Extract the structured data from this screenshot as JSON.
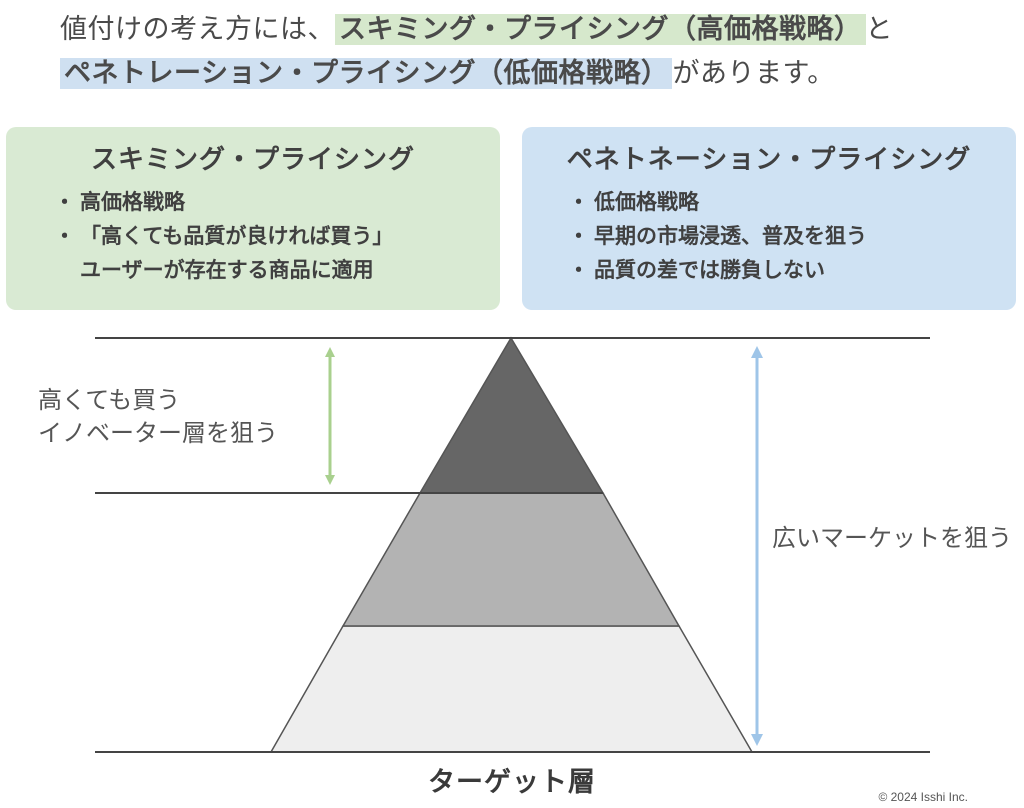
{
  "intro": {
    "line1_before": "値付けの考え方には、",
    "highlight_skimming": "スキミング・プライシング（高価格戦略）",
    "line1_after": "と",
    "highlight_penetration": "ペネトレーション・プライシング（低価格戦略）",
    "line2_after": "があります。"
  },
  "skimming_box": {
    "title": "スキミング・プライシング",
    "items": [
      "高価格戦略",
      "「高くても品質が良ければ買う」",
      "ユーザーが存在する商品に適用"
    ]
  },
  "penetration_box": {
    "title": "ペネトネーション・プライシング",
    "items": [
      "低価格戦略",
      "早期の市場浸透、普及を狙う",
      "品質の差では勝負しない"
    ]
  },
  "diagram": {
    "top_label_line1": "高くても買う",
    "top_label_line2": "イノベーター層を狙う",
    "wide_label": "広いマーケットを狙う",
    "target_label": "ターゲット層",
    "colors": {
      "top": "#666666",
      "middle": "#b3b3b3",
      "bottom": "#eeeeee",
      "green_arrow": "#a9d08e",
      "blue_arrow": "#9fc5e8"
    }
  },
  "footer": {
    "copyright": "© 2024 Isshi Inc."
  }
}
